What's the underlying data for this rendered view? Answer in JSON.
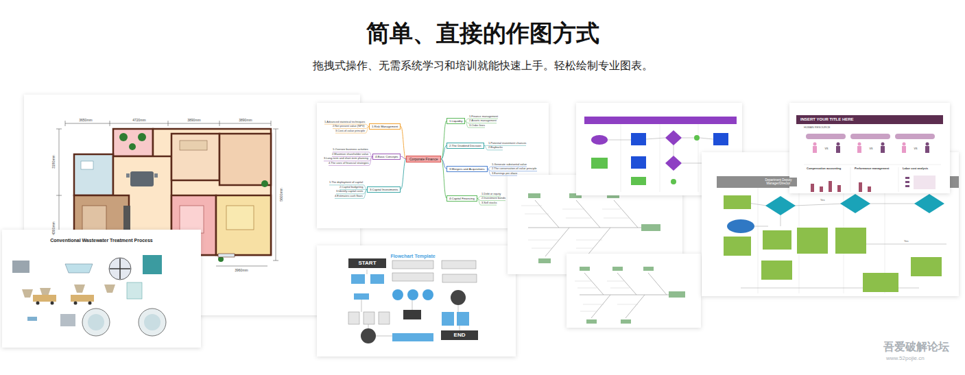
{
  "diagram": {
    "title": "简单、直接的作图方式",
    "caption": "拖拽式操作、无需系统学习和培训就能快速上手。轻松绘制专业图表。",
    "nodes": [
      {
        "text": [
          "Corporate Finance"
        ]
      },
      {
        "text": [
          "1.Risk Management"
        ]
      },
      {
        "text": [
          "4.Basic Concepts"
        ]
      },
      {
        "text": [
          "3.Capital Investments"
        ]
      },
      {
        "text": [
          "1.Liquidity"
        ]
      },
      {
        "text": [
          "2.The Dividend Decision"
        ]
      },
      {
        "text": [
          "3.Mergers and Acquisitions"
        ]
      },
      {
        "text": [
          "4.Capital Financing"
        ]
      },
      {
        "text": [
          "START"
        ]
      },
      {
        "text": [
          "END"
        ]
      },
      {
        "text": [
          "Department Deputy Manager/Director"
        ]
      },
      {
        "text": [
          "INSERT YOUR TITLE HERE"
        ]
      }
    ],
    "edges": [
      {
        "from": 0,
        "to": 1,
        "arrow": "none"
      },
      {
        "from": 0,
        "to": 2,
        "arrow": "none"
      },
      {
        "from": 0,
        "to": 3,
        "arrow": "none"
      },
      {
        "from": 0,
        "to": 4,
        "arrow": "none"
      },
      {
        "from": 0,
        "to": 5,
        "arrow": "none"
      },
      {
        "from": 0,
        "to": 6,
        "arrow": "none"
      },
      {
        "from": 0,
        "to": 7,
        "arrow": "none"
      }
    ],
    "labels": [
      "3650mm",
      "4720mm",
      "3890mm",
      "3890mm",
      "3190mm",
      "4300mm",
      "5600mm",
      "3960mm",
      "Conventional Wastewater Treatment Process",
      "Flowchart Template",
      "HUMAN RESOURCE",
      "vs",
      "vs",
      "vs",
      "Compensation accounting",
      "Performance management",
      "Labor cost analysis",
      "Yes",
      "Yes",
      "吾爱破解论坛",
      "www.52pojie.cn",
      "1.Advanced statistical techniques",
      "2.Net present value (NPV)",
      "3.Cost-of-value principle",
      "1.Oversee business activities",
      "2.Maximize shareholder value",
      "3.Long-term and short-term planning",
      "4.The uses of financial strategies",
      "1.The deployment of capital",
      "2.Capital budgeting",
      "3.Identify capital costs",
      "4.Estimates cash flows",
      "1.Finance management",
      "2.Assets management",
      "3.Order lines",
      "1.Potential investment chances",
      "2.Buybacks",
      "1.Generate substantial value",
      "2.The conservation-of-value principle",
      "3.Earnings per share",
      "1.Debt or equity",
      "2.Investment bonds",
      "3.Sell stocks"
    ]
  }
}
